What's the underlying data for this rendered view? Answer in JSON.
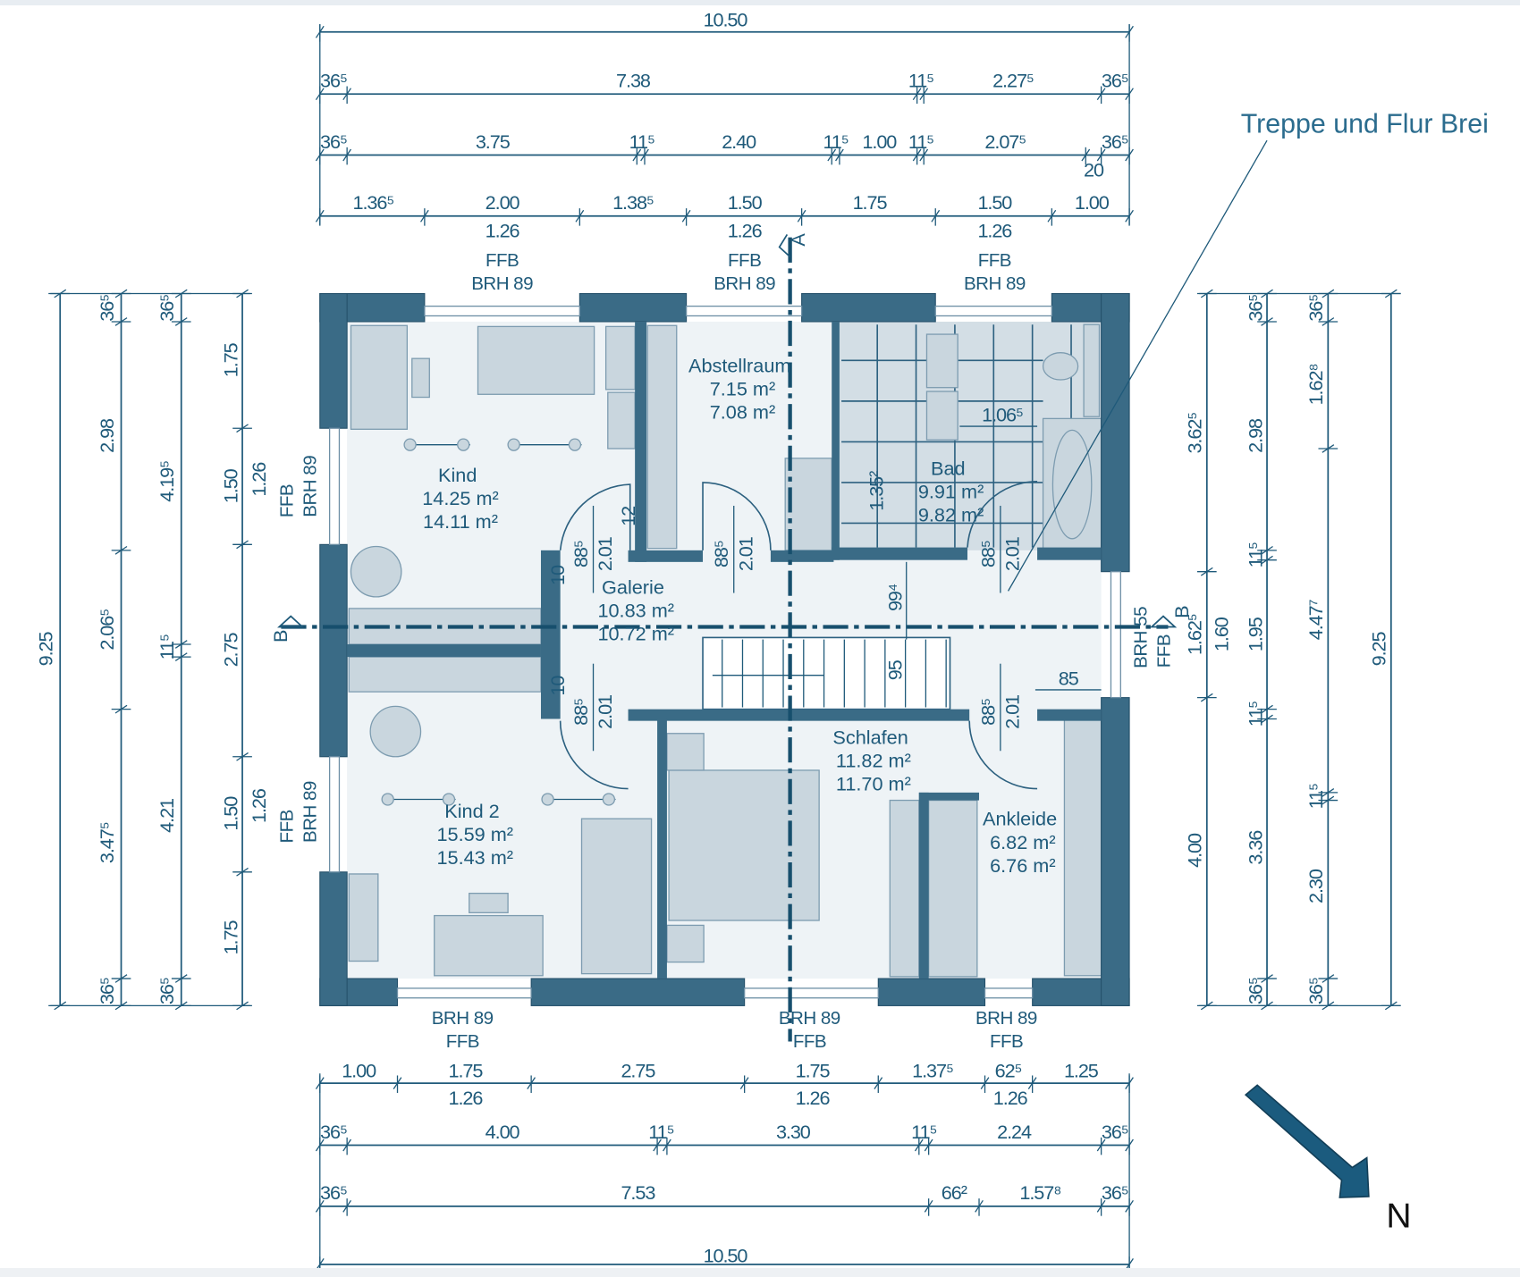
{
  "annotation": {
    "note": "Treppe und Flur Brei"
  },
  "north_label": "N",
  "section_markers": {
    "a": "A",
    "b_left": "B",
    "b_right": "B"
  },
  "rooms": [
    {
      "name": "Kind",
      "area_gross": "14.25 m²",
      "area_net": "14.11 m²"
    },
    {
      "name": "Abstellraum",
      "area_gross": "7.15 m²",
      "area_net": "7.08 m²"
    },
    {
      "name": "Bad",
      "area_gross": "9.91 m²",
      "area_net": "9.82 m²"
    },
    {
      "name": "Galerie",
      "area_gross": "10.83 m²",
      "area_net": "10.72 m²"
    },
    {
      "name": "Schlafen",
      "area_gross": "11.82 m²",
      "area_net": "11.70 m²"
    },
    {
      "name": "Kind 2",
      "area_gross": "15.59 m²",
      "area_net": "15.43 m²"
    },
    {
      "name": "Ankleide",
      "area_gross": "6.82 m²",
      "area_net": "6.76 m²"
    }
  ],
  "windows": {
    "ffb": "FFB",
    "brh89": "BRH 89",
    "brh55": "BRH 55"
  },
  "doors": {
    "width": "88⁵",
    "height": "2.01"
  },
  "inner_dims": {
    "d12": "12",
    "d10a": "10",
    "d10b": "10",
    "d994": "99⁴",
    "d95": "95",
    "d85": "85",
    "d1065": "1.06⁵",
    "d1352": "1.35²"
  },
  "dims": {
    "top1": [
      "10.50"
    ],
    "top2": [
      "36⁵",
      "7.38",
      "11⁵",
      "2.27⁵",
      "36⁵"
    ],
    "top3": [
      "36⁵",
      "3.75",
      "11⁵",
      "2.40",
      "11⁵",
      "1.00",
      "11⁵",
      "2.07⁵",
      "36⁵",
      "20"
    ],
    "top4": [
      "1.36⁵",
      "2.00",
      "1.38⁵",
      "1.50",
      "1.75",
      "1.50",
      "1.00",
      "1.26",
      "1.26",
      "1.26"
    ],
    "bot1": [
      "1.00",
      "1.75",
      "2.75",
      "1.75",
      "1.37⁵",
      "62⁵",
      "1.25",
      "1.26",
      "1.26",
      "1.26"
    ],
    "bot2": [
      "36⁵",
      "4.00",
      "11⁵",
      "3.30",
      "11⁵",
      "2.24",
      "36⁵"
    ],
    "bot3": [
      "36⁵",
      "7.53",
      "66²",
      "1.57⁸",
      "36⁵"
    ],
    "bot4": [
      "10.50"
    ],
    "left1": [
      "9.25"
    ],
    "left2": [
      "36⁵",
      "2.98",
      "2.06⁵",
      "3.47⁵",
      "36⁵"
    ],
    "left3": [
      "36⁵",
      "4.19⁵",
      "11⁵",
      "4.21",
      "36⁵"
    ],
    "left4": [
      "1.75",
      "1.50",
      "2.75",
      "1.50",
      "1.75",
      "1.26",
      "1.26"
    ],
    "right1": [
      "3.62⁵",
      "1.62⁵",
      "4.00",
      "1.60"
    ],
    "right2": [
      "36⁵",
      "2.98",
      "11⁵",
      "1.95",
      "11⁵",
      "3.36",
      "36⁵"
    ],
    "right3": [
      "36⁵",
      "1.62⁸",
      "4.47⁷",
      "11⁵",
      "2.30",
      "36⁵"
    ],
    "right4": [
      "9.25"
    ]
  },
  "colors": {
    "wall": "#3a6b86",
    "dimension": "#1f5a7a",
    "floor": "#eef3f6"
  }
}
